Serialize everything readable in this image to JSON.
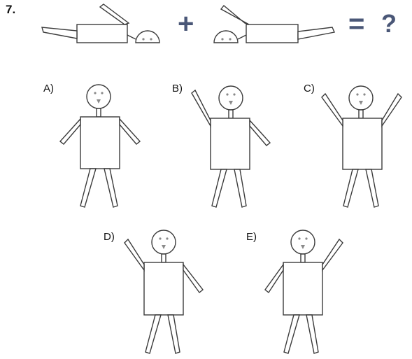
{
  "question": {
    "number": "7.",
    "plus_sign": "+",
    "equals_sign": "=",
    "question_mark": "?"
  },
  "options": [
    {
      "label": "A)"
    },
    {
      "label": "B)"
    },
    {
      "label": "C)"
    },
    {
      "label": "D)"
    },
    {
      "label": "E)"
    }
  ],
  "colors": {
    "line": "#3b3b3b",
    "operator": "#4a5777",
    "feature": "#8a8a8a"
  }
}
